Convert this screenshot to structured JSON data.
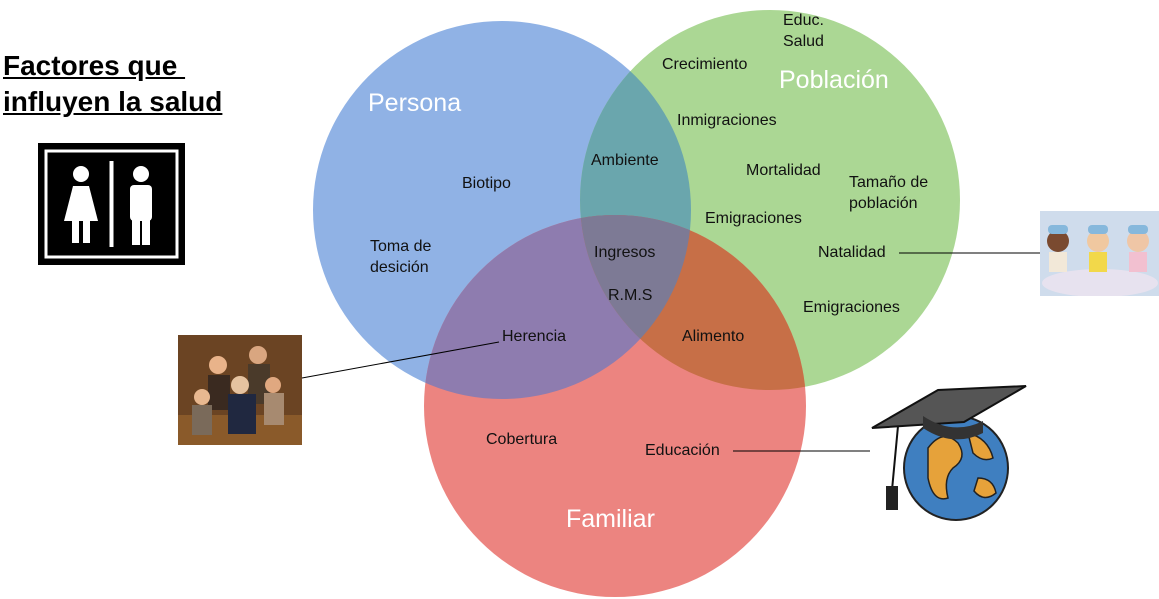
{
  "title_lines": [
    "Factores que ",
    "influyen la salud"
  ],
  "sets": {
    "persona": {
      "name": "Persona",
      "color": "#8aaee4"
    },
    "poblacion": {
      "name": "Población",
      "color": "#a6d58e"
    },
    "familiar": {
      "name": "Familiar",
      "color": "#eb7d79"
    }
  },
  "items": {
    "educ_salud": [
      "Educ.",
      "Salud"
    ],
    "crecimiento": "Crecimiento",
    "inmigraciones": "Inmigraciones",
    "ambiente": "Ambiente",
    "biotipo": "Biotipo",
    "mortalidad": "Mortalidad",
    "tamano": [
      "Tamaño de",
      "población"
    ],
    "emigraciones_1": "Emigraciones",
    "toma_decision": [
      "Toma de",
      "desición"
    ],
    "ingresos": "Ingresos",
    "natalidad": "Natalidad",
    "rms": "R.M.S",
    "emigraciones_2": "Emigraciones",
    "herencia": "Herencia",
    "alimento": "Alimento",
    "cobertura": "Cobertura",
    "educacion": "Educación"
  },
  "icons": {
    "restroom": "restroom-sign-icon",
    "family": "family-photo",
    "babies": "babies-photo",
    "globe": "graduation-globe-icon"
  }
}
